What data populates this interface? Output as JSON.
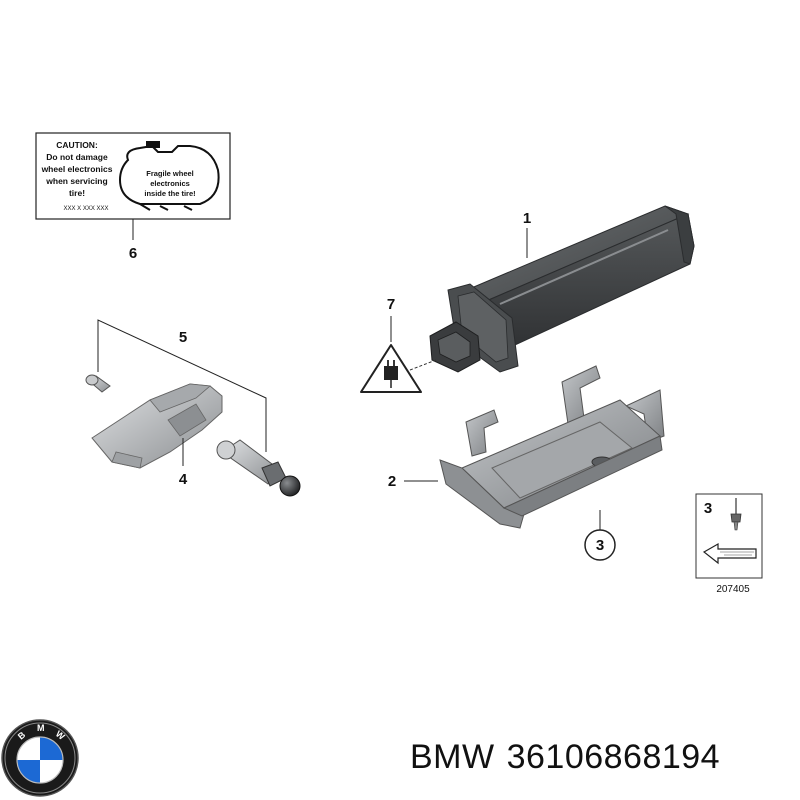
{
  "caution_label": {
    "line1": "CAUTION:",
    "line2": "Do not damage",
    "line3": "wheel electronics",
    "line4": "when servicing",
    "line5": "tire!",
    "code": "XXX X XXX XXX",
    "inner_line1": "Fragile wheel",
    "inner_line2": "electronics",
    "inner_line3": "inside the tire!"
  },
  "callouts": {
    "c1": "1",
    "c2": "2",
    "c3": "3",
    "c4": "4",
    "c5": "5",
    "c6": "6",
    "c7": "7"
  },
  "legend_box": {
    "number": "3",
    "diagram_code": "207405"
  },
  "caption": {
    "brand": "BMW",
    "part_number": "36106868194"
  },
  "colors": {
    "housing": "#4a4d4f",
    "bracket": "#9a9da0",
    "sensor": "#b9bcbf",
    "bmw_blue": "#1c69d4"
  }
}
